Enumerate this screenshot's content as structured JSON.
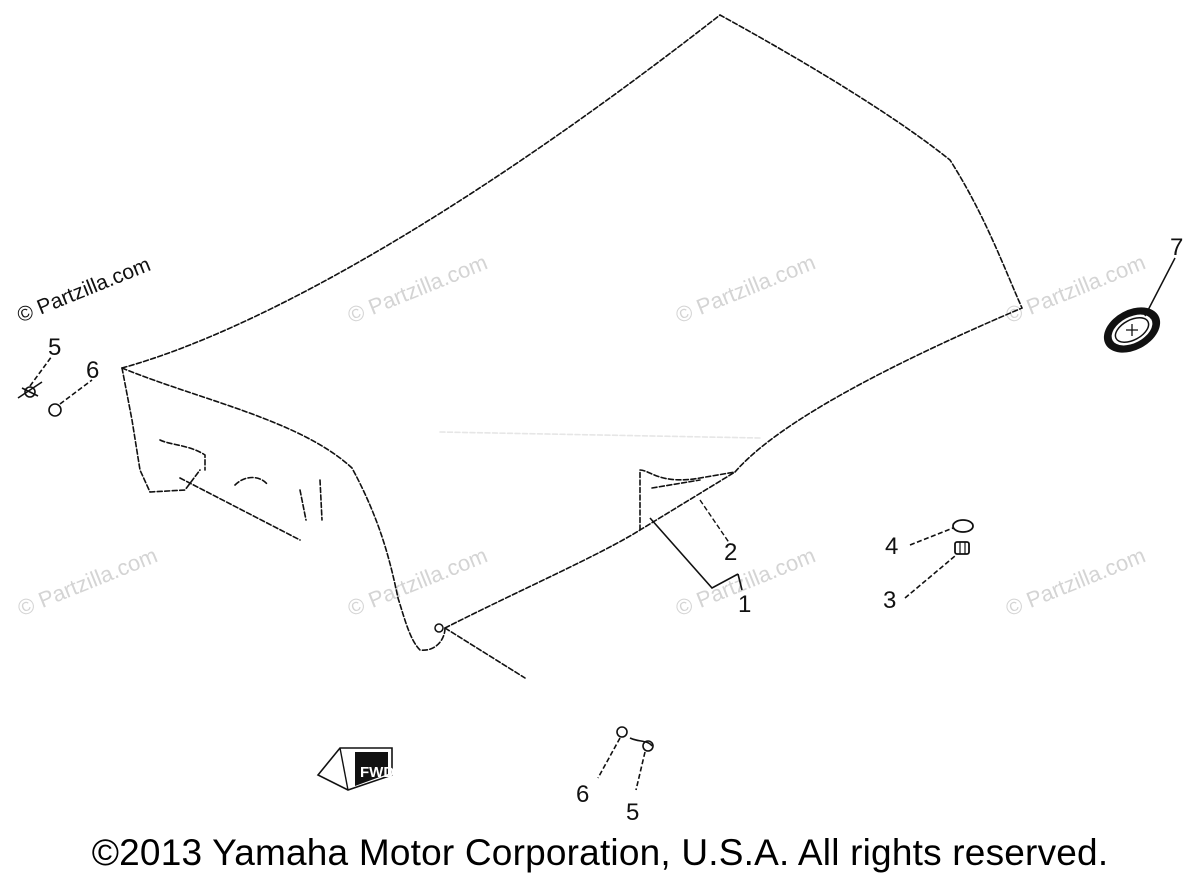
{
  "watermark": {
    "text": "© Partzilla.com"
  },
  "callouts": {
    "c1": "1",
    "c2": "2",
    "c3": "3",
    "c4": "4",
    "c5a": "5",
    "c5b": "5",
    "c6a": "6",
    "c6b": "6",
    "c7": "7"
  },
  "fwd_tag": {
    "label": "FWD"
  },
  "footer": {
    "copyright": "©2013 Yamaha Motor Corporation, U.S.A. All rights reserved."
  }
}
